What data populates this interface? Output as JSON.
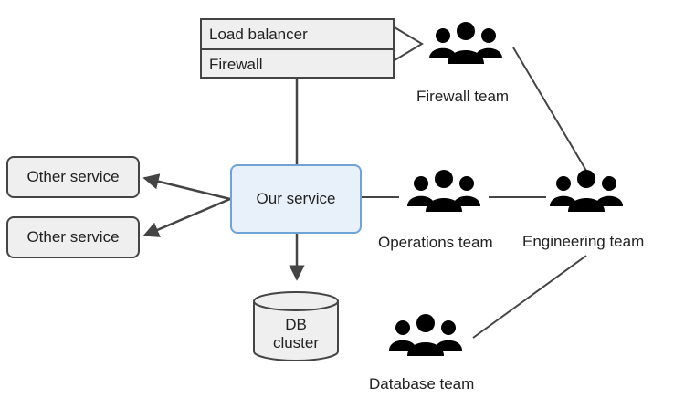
{
  "load_balancer_stack": {
    "load_balancer_label": "Load balancer",
    "firewall_label": "Firewall"
  },
  "service": {
    "label": "Our service"
  },
  "other_services": [
    {
      "label": "Other service"
    },
    {
      "label": "Other service"
    }
  ],
  "database": {
    "line1": "DB",
    "line2": "cluster"
  },
  "teams": {
    "firewall": {
      "label": "Firewall team",
      "icon": "people-group-icon"
    },
    "operations": {
      "label": "Operations team",
      "icon": "people-group-icon"
    },
    "engineering": {
      "label": "Engineering team",
      "icon": "people-group-icon"
    },
    "database": {
      "label": "Database team",
      "icon": "people-group-icon"
    }
  },
  "colors": {
    "line": "#444444",
    "box_fill": "#efefef",
    "service_border": "#6fa3d4",
    "service_fill": "#e8f0f9",
    "icon_fill": "#000000"
  }
}
